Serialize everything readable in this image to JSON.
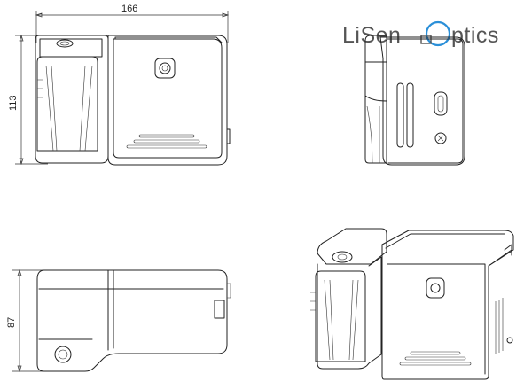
{
  "dimensions": {
    "width": "166",
    "height": "113",
    "depth": "87"
  },
  "logo": {
    "part1": "LiSen",
    "part2": "ptics",
    "accent_color": "#2a8fd8",
    "text_color": "#555555"
  },
  "views": [
    "front-view",
    "side-view",
    "top-view",
    "isometric-view"
  ]
}
